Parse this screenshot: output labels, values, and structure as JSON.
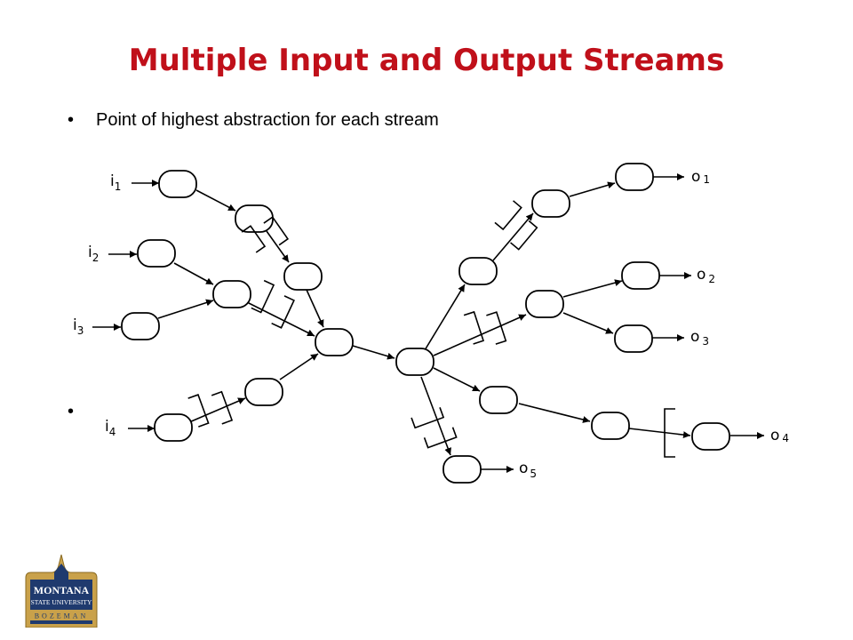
{
  "slide": {
    "title": "Multiple Input and Output Streams",
    "bullets": [
      "Point of highest abstraction for each stream",
      ""
    ]
  },
  "diagram": {
    "inputs": [
      {
        "letter": "i",
        "sub": "1"
      },
      {
        "letter": "i",
        "sub": "2"
      },
      {
        "letter": "i",
        "sub": "3"
      },
      {
        "letter": "i",
        "sub": "4"
      }
    ],
    "outputs": [
      {
        "letter": "o",
        "sub": "1"
      },
      {
        "letter": "o",
        "sub": "2"
      },
      {
        "letter": "o",
        "sub": "3"
      },
      {
        "letter": "o",
        "sub": "4"
      },
      {
        "letter": "o",
        "sub": "5"
      }
    ]
  },
  "logo": {
    "line1": "MONTANA",
    "line2": "STATE UNIVERSITY",
    "line3": "BOZEMAN",
    "colors": {
      "navy": "#1f3a6e",
      "gold": "#c9a14a"
    }
  },
  "colors": {
    "title": "#c0101a"
  }
}
